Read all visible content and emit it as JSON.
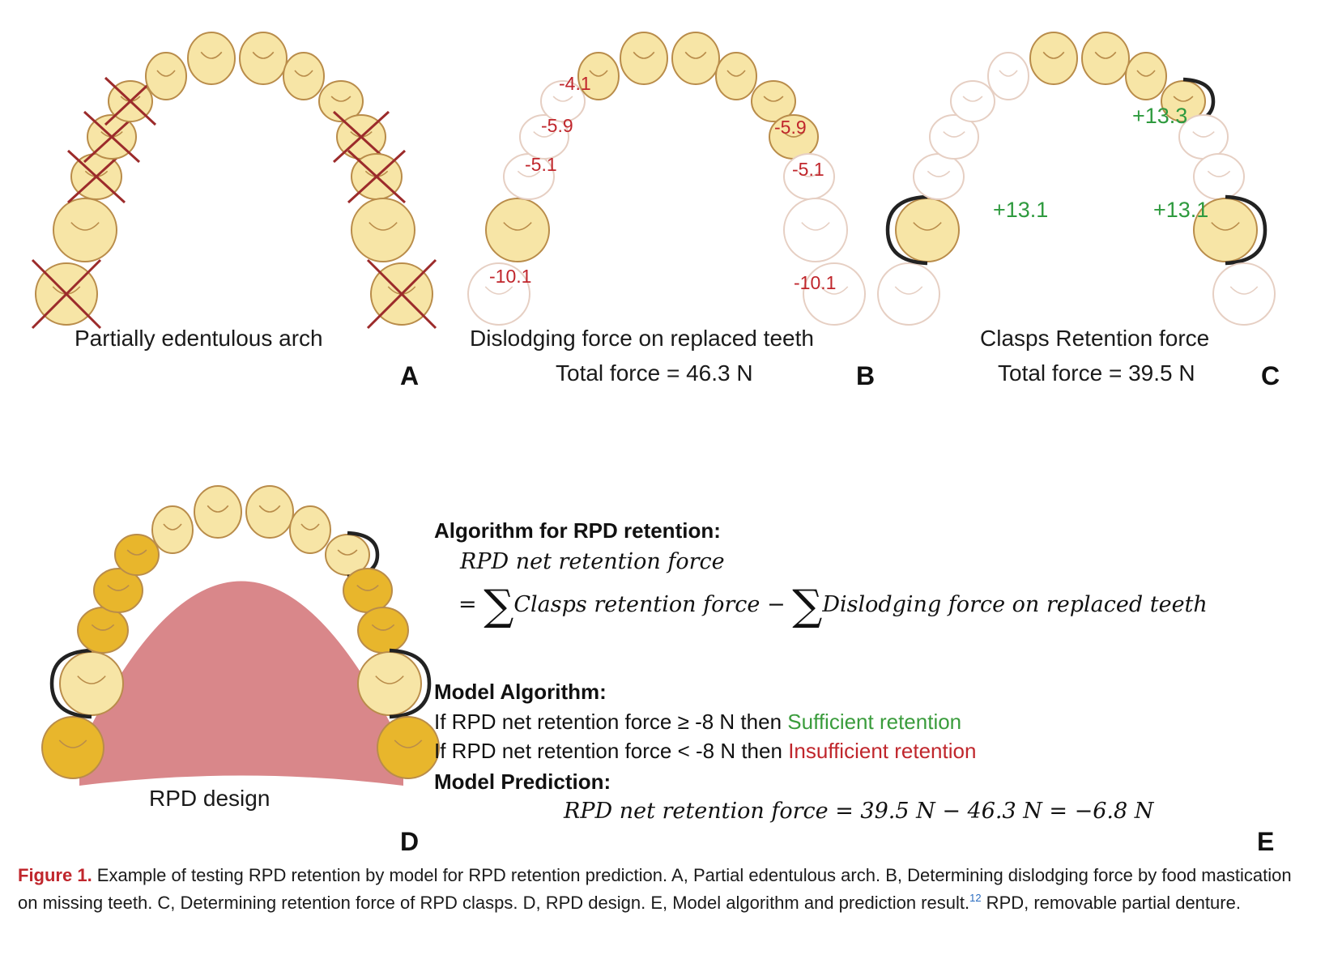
{
  "panels": {
    "a": {
      "letter": "A",
      "caption": "Partially edentulous arch"
    },
    "b": {
      "letter": "B",
      "caption": "Dislodging force on replaced teeth",
      "total": "Total force = 46.3 N",
      "forces": [
        "-4.1",
        "-5.9",
        "-5.1",
        "-10.1",
        "-5.9",
        "-5.1",
        "-10.1"
      ]
    },
    "c": {
      "letter": "C",
      "caption": "Clasps Retention force",
      "total": "Total force = 39.5 N",
      "forces": [
        "+13.3",
        "+13.1",
        "+13.1"
      ]
    },
    "d": {
      "letter": "D",
      "caption": "RPD design"
    },
    "e": {
      "letter": "E"
    }
  },
  "algorithm": {
    "heading": "Algorithm for RPD retention:",
    "lhs": "RPD net retention force",
    "eq": "=",
    "sigma": "∑",
    "term1": "Clasps retention force",
    "minus": "−",
    "term2": "Dislodging force on replaced teeth",
    "model_heading": "Model Algorithm:",
    "rule1_prefix": "If RPD net retention force ≥ -8 N then",
    "rule1_result": "Sufficient retention",
    "rule2_prefix": "If RPD net retention force  < -8 N then",
    "rule2_result": "Insufficient retention",
    "prediction_heading": "Model Prediction:",
    "prediction_lhs": "RPD net retention force",
    "prediction_rhs": "= 39.5 N − 46.3 N  = −6.8 N"
  },
  "caption": {
    "fig_no": "Figure 1.",
    "text": " Example of testing RPD retention by model for RPD retention prediction. A, Partial edentulous arch. B, Determining dislodging force by food mastication on missing teeth. C, Determining retention force of RPD clasps. D, RPD design. E, Model algorithm and prediction result.",
    "ref": "12",
    "text2": " RPD, removable partial denture."
  },
  "colors": {
    "tooth_fill": "#f7e5a6",
    "tooth_edge": "#b98c4a",
    "replaced_tooth": "#e8b62c",
    "palate": "#d9878a",
    "force_red": "#c0262c",
    "force_green": "#2e9a3e",
    "cross": "#9c2b2b",
    "clasp": "#222222"
  }
}
